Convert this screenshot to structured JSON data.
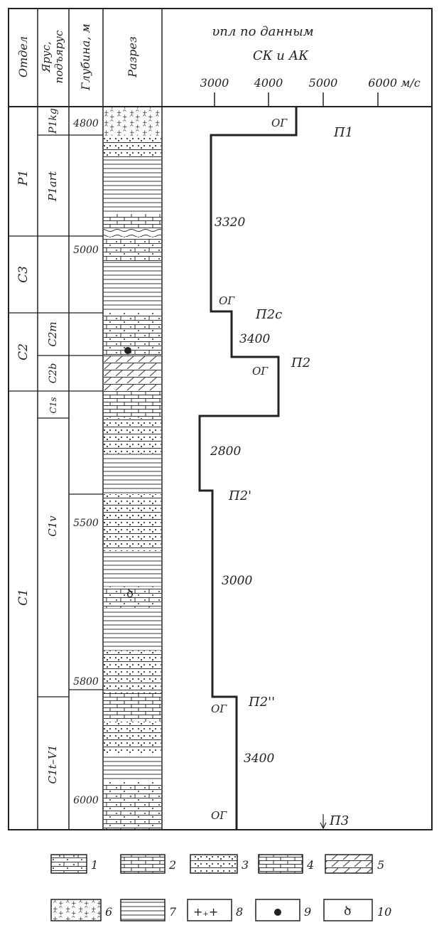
{
  "header": {
    "col_otdel": "Отдел",
    "col_yarus_1": "Ярус,",
    "col_yarus_2": "подъярус",
    "col_depth": "Глубина, м",
    "col_section": "Разрез",
    "velocity_title_1": "υпл по данным",
    "velocity_title_2": "СК и АК",
    "velocity_ticks": [
      "3000",
      "4000",
      "5000",
      "6000 м/с"
    ]
  },
  "otdel": [
    "P1",
    "C3",
    "C2",
    "C1"
  ],
  "yarus": [
    "P1kg",
    "P1art",
    "C2m",
    "C2b",
    "C1s",
    "C1v",
    "C1t–V1"
  ],
  "depths": [
    "4800",
    "5000",
    "5500",
    "5800",
    "6000"
  ],
  "velocity_profile": {
    "segment_values": [
      "3320",
      "3400",
      "2800",
      "3000",
      "3400"
    ],
    "og_labels": [
      "ОГ",
      "ОГ",
      "ОГ",
      "ОГ",
      "ОГ"
    ],
    "horizons": [
      "П1",
      "П2c",
      "П2",
      "П2'",
      "П2''",
      "П3"
    ]
  },
  "legend": {
    "items": [
      "1",
      "2",
      "3",
      "4",
      "5",
      "6",
      "7",
      "8",
      "9",
      "10"
    ]
  }
}
